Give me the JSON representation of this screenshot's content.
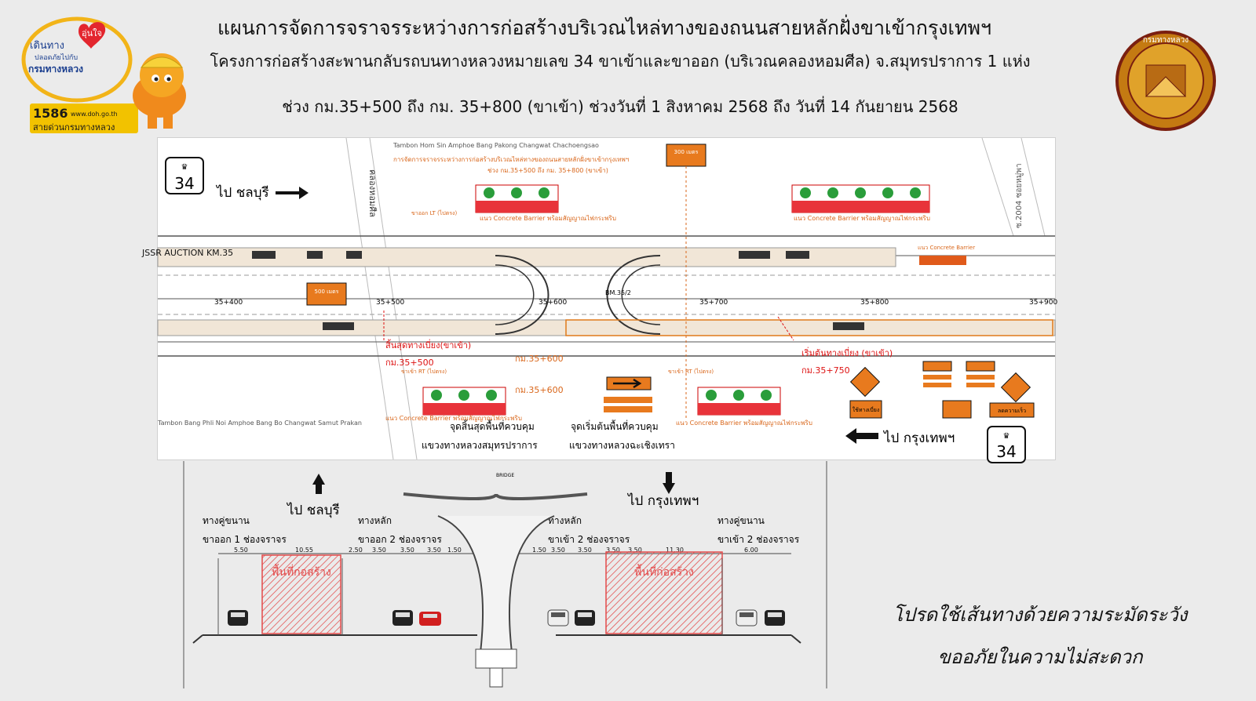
{
  "header": {
    "title_line1": "แผนการจัดการจราจรระหว่างการก่อสร้างบริเวณไหล่ทางของถนนสายหลักฝั่งขาเข้ากรุงเทพฯ",
    "title_line2": "โครงการก่อสร้างสะพานกลับรถบนทางหลวงหมายเลข 34 ขาเข้าและขาออก (บริเวณคลองหอมศีล) จ.สมุทรปราการ 1 แห่ง",
    "title_line3": "ช่วง กม.35+500 ถึง กม. 35+800 (ขาเข้า) ช่วงวันที่ 1 สิงหาคม 2568 ถึง วันที่ 14 กันยายน 2568"
  },
  "logo_left": {
    "slogan_top": "เดินทาง",
    "slogan_heart": "อุ่นใจ",
    "slogan_sub": "ปลอดภัยไปกับ",
    "org": "กรมทางหลวง",
    "hotline": "1586",
    "website": "www.doh.go.th",
    "hotline_label": "สายด่วนกรมทางหลวง"
  },
  "logo_right": {
    "text": "กรมทางหลวง"
  },
  "plan": {
    "route_number": "34",
    "dir_chonburi": "ไป ชลบุรี",
    "dir_bangkok": "ไป กรุงเทพฯ",
    "junction": "JSSR AUCTION KM.35",
    "canal": "คลองหอมศีล",
    "tambon_top": "Tambon Hom Sin Amphoe Bang Pakong Changwat Chachoengsao",
    "tambon_bottom": "Tambon Bang Phli Noi Amphoe Bang Bo Changwat Samut Prakan",
    "plan_note_title": "การจัดการจราจรระหว่างการก่อสร้างบริเวณไหล่ทางของถนนสายหลักฝั่งขาเข้ากรุงเทพฯ",
    "plan_note_sub": "ช่วง กม.35+500 ถึง กม. 35+800 (ขาเข้า)",
    "sign_300": "300 เมตร",
    "sign_500": "500 เมตร",
    "barrier_label": "แนว Concrete Barrier พร้อมสัญญาณไฟกระพริบ",
    "concrete_barrier": "แนว Concrete Barrier",
    "soi_label": "ซ.2004 ซอยหมู่พา",
    "bm": "BM.35/2",
    "lt_label": "ขาออก LT (ไปตรง)",
    "rt_label": "ขาเข้า RT (ไปตรง)",
    "stations": [
      "35+400",
      "35+500",
      "35+600",
      "35+700",
      "35+800",
      "35+900"
    ],
    "taper_end": "สิ้นสุดทางเบี่ยง(ขาเข้า)",
    "taper_end_km": "กม.35+500",
    "taper_start": "เริ่มต้นทางเบี่ยง (ขาเข้า)",
    "taper_start_km": "กม.35+750",
    "km_600_a": "กม.35+600",
    "km_600_b": "กม.35+600",
    "control_end": "จุดสิ้นสุดพื้นที่ควบคุม",
    "control_end_office": "แขวงทางหลวงสมุทรปราการ",
    "control_start": "จุดเริ่มต้นพื้นที่ควบคุม",
    "control_start_office": "แขวงทางหลวงฉะเชิงเทรา",
    "sign_detour": "ใช้ทางเบี่ยง",
    "sign_slow": "ลดความเร็ว"
  },
  "section": {
    "dir_chonburi": "ไป ชลบุรี",
    "dir_bangkok": "ไป กรุงเทพฯ",
    "bridge": "BRIDGE",
    "frontage_out": "ทางคู่ขนาน",
    "frontage_out_lanes": "ขาออก 1 ช่องจราจร",
    "main_out": "ทางหลัก",
    "main_out_lanes": "ขาออก 2 ช่องจราจร",
    "main_in": "ทางหลัก",
    "main_in_lanes": "ขาเข้า 2 ช่องจราจร",
    "frontage_in": "ทางคู่ขนาน",
    "frontage_in_lanes": "ขาเข้า 2 ช่องจราจร",
    "construction_area_1": "พื้นที่ก่อสร้าง",
    "construction_area_2": "พื้นที่ก่อสร้าง",
    "dims": [
      "5.50",
      "10.55",
      "2.50",
      "3.50",
      "3.50",
      "3.50",
      "1.50",
      "1.50",
      "3.50",
      "3.50",
      "3.50",
      "3.50",
      "11.30",
      "6.00"
    ]
  },
  "notice": {
    "line1": "โปรดใช้เส้นทางด้วยความระมัดระวัง",
    "line2": "ขออภัยในความไม่สะดวก"
  }
}
